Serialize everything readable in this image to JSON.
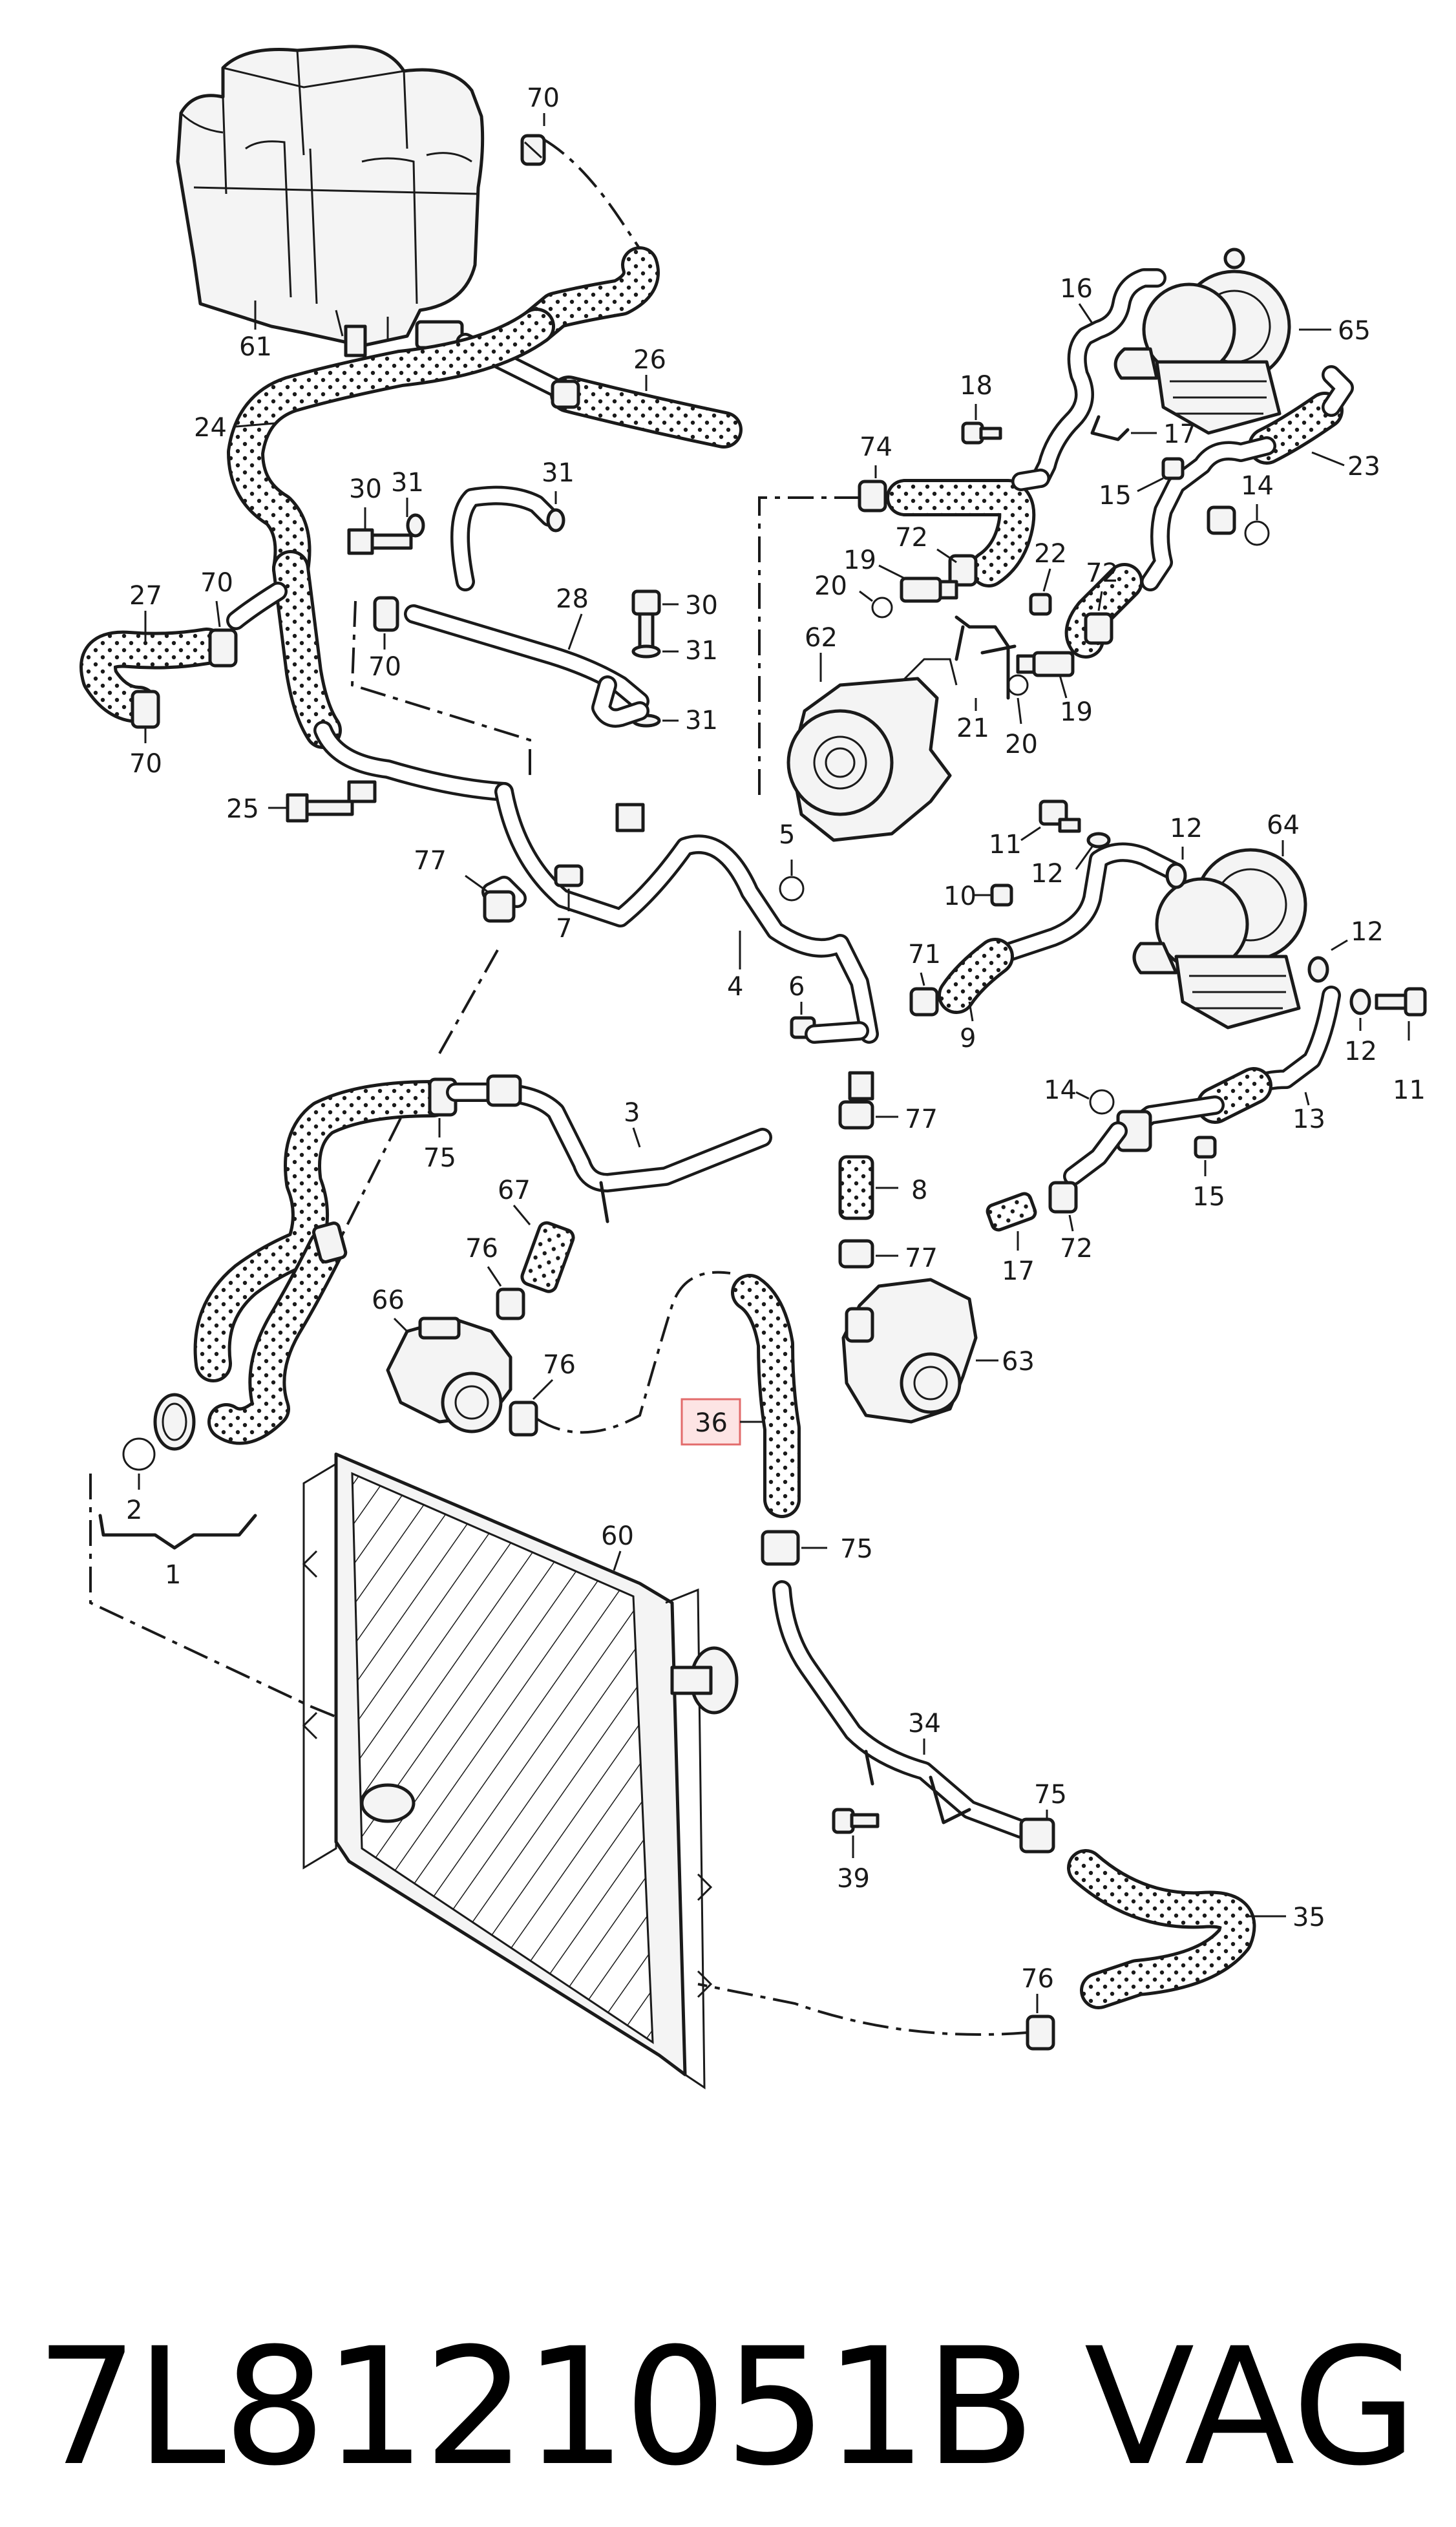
{
  "footer": {
    "part_number": "7L8121051B",
    "brand": "VAG"
  },
  "callouts": {
    "c70a": "70",
    "c61": "61",
    "c26": "26",
    "c24": "24",
    "c30a": "30",
    "c31a": "31",
    "c31b": "31",
    "c27": "27",
    "c70b": "70",
    "c28": "28",
    "c30b": "30",
    "c31c": "31",
    "c70c": "70",
    "c31d": "31",
    "c70d": "70",
    "c25": "25",
    "c16": "16",
    "c65": "65",
    "c18": "18",
    "c17a": "17",
    "c74": "74",
    "c23": "23",
    "c15a": "15",
    "c14a": "14",
    "c72a": "72",
    "c22": "22",
    "c19a": "19",
    "c20a": "20",
    "c72b": "72",
    "c62": "62",
    "c21": "21",
    "c19b": "19",
    "c20b": "20",
    "c77a": "77",
    "c5": "5",
    "c7": "7",
    "c4": "4",
    "c11a": "11",
    "c64": "64",
    "c12a": "12",
    "c12b": "12",
    "c10": "10",
    "c71": "71",
    "c6": "6",
    "c9": "9",
    "c12c": "12",
    "c12d": "12",
    "c11b": "11",
    "c13": "13",
    "c3": "3",
    "c75a": "75",
    "c77b": "77",
    "c8": "8",
    "c77c": "77",
    "c14b": "14",
    "c15b": "15",
    "c72c": "72",
    "c17b": "17",
    "c67": "67",
    "c76a": "76",
    "c66": "66",
    "c76b": "76",
    "c63": "63",
    "c36": "36",
    "c2": "2",
    "c1": "1",
    "c60": "60",
    "c75b": "75",
    "c34": "34",
    "c75c": "75",
    "c39": "39",
    "c35": "35",
    "c76c": "76"
  }
}
